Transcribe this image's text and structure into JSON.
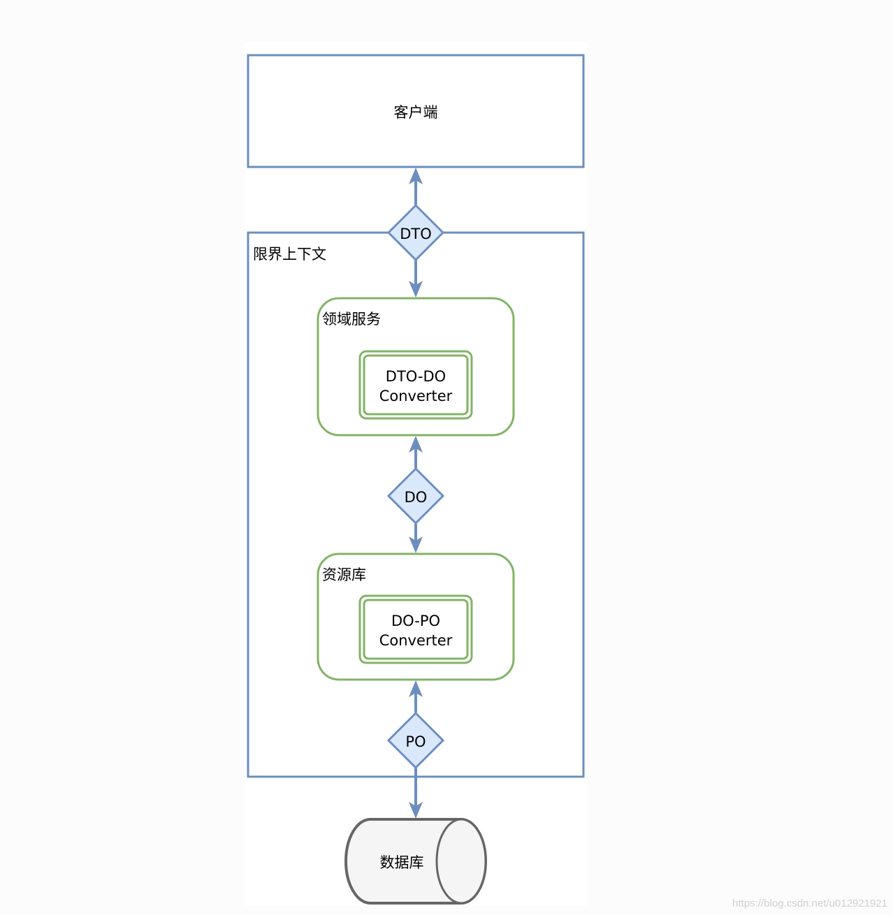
{
  "colors": {
    "blue_stroke": "#6c8ebf",
    "blue_fill": "#dae8fc",
    "green_stroke": "#82b366",
    "db_stroke": "#666666",
    "db_fill": "#f5f5f5"
  },
  "nodes": {
    "client": "客户端",
    "context": "限界上下文",
    "domain_service": "领域服务",
    "dto_do_converter": [
      "DTO-DO",
      "Converter"
    ],
    "repository": "资源库",
    "do_po_converter": [
      "DO-PO",
      "Converter"
    ],
    "database": "数据库"
  },
  "objects": {
    "dto": "DTO",
    "do": "DO",
    "po": "PO"
  },
  "watermark": "https://blog.csdn.net/u012921921"
}
